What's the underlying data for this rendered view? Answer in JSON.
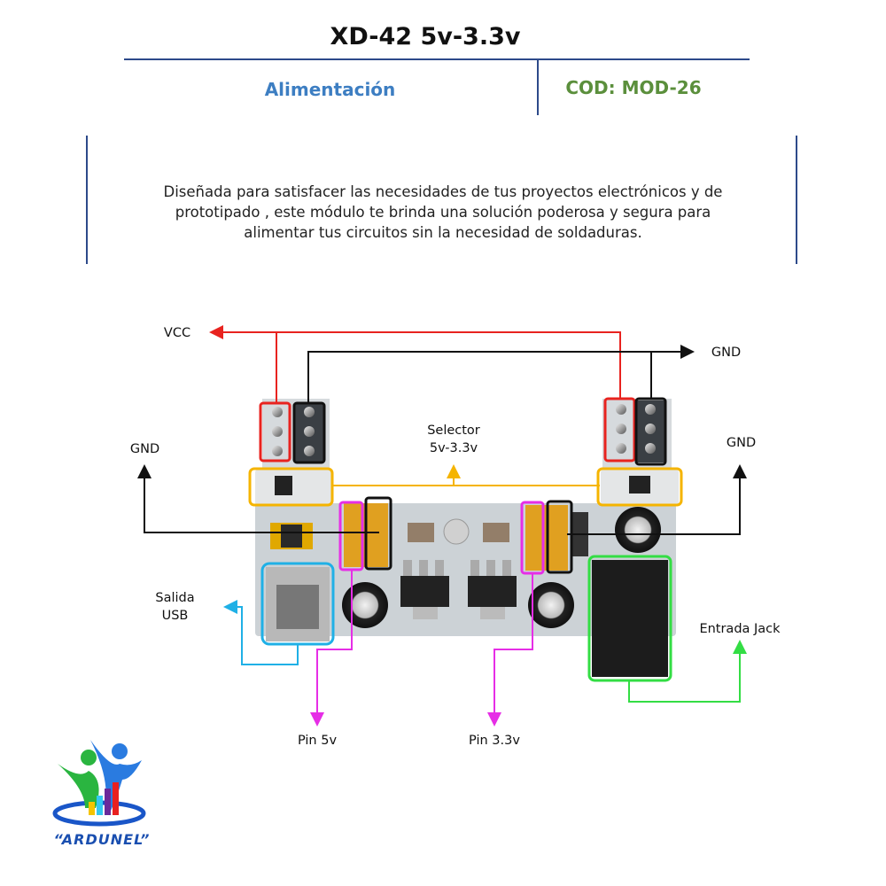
{
  "header": {
    "title": "XD-42 5v-3.3v",
    "category": "Alimentación",
    "code": "COD: MOD-26"
  },
  "description": [
    "Diseñada para satisfacer las necesidades de tus proyectos electrónicos y de",
    "prototipado , este módulo te brinda una solución poderosa y segura para",
    "alimentar tus circuitos sin la necesidad de soldaduras."
  ],
  "diagram": {
    "labels": {
      "vcc": "VCC",
      "gnd_top": "GND",
      "gnd_left": "GND",
      "gnd_right": "GND",
      "selector_line1": "Selector",
      "selector_line2": "5v-3.3v",
      "usb_line1": "Salida",
      "usb_line2": "USB",
      "jack": "Entrada Jack",
      "pin5": "Pin 5v",
      "pin33": "Pin 3.3v"
    },
    "colors": {
      "vcc": "#e8231f",
      "gnd": "#111111",
      "selector": "#f5b400",
      "usb": "#1fb0e6",
      "pins": "#e62ee6",
      "jack": "#33dd44"
    }
  },
  "logo": {
    "text": "“ARDUNEL”"
  }
}
